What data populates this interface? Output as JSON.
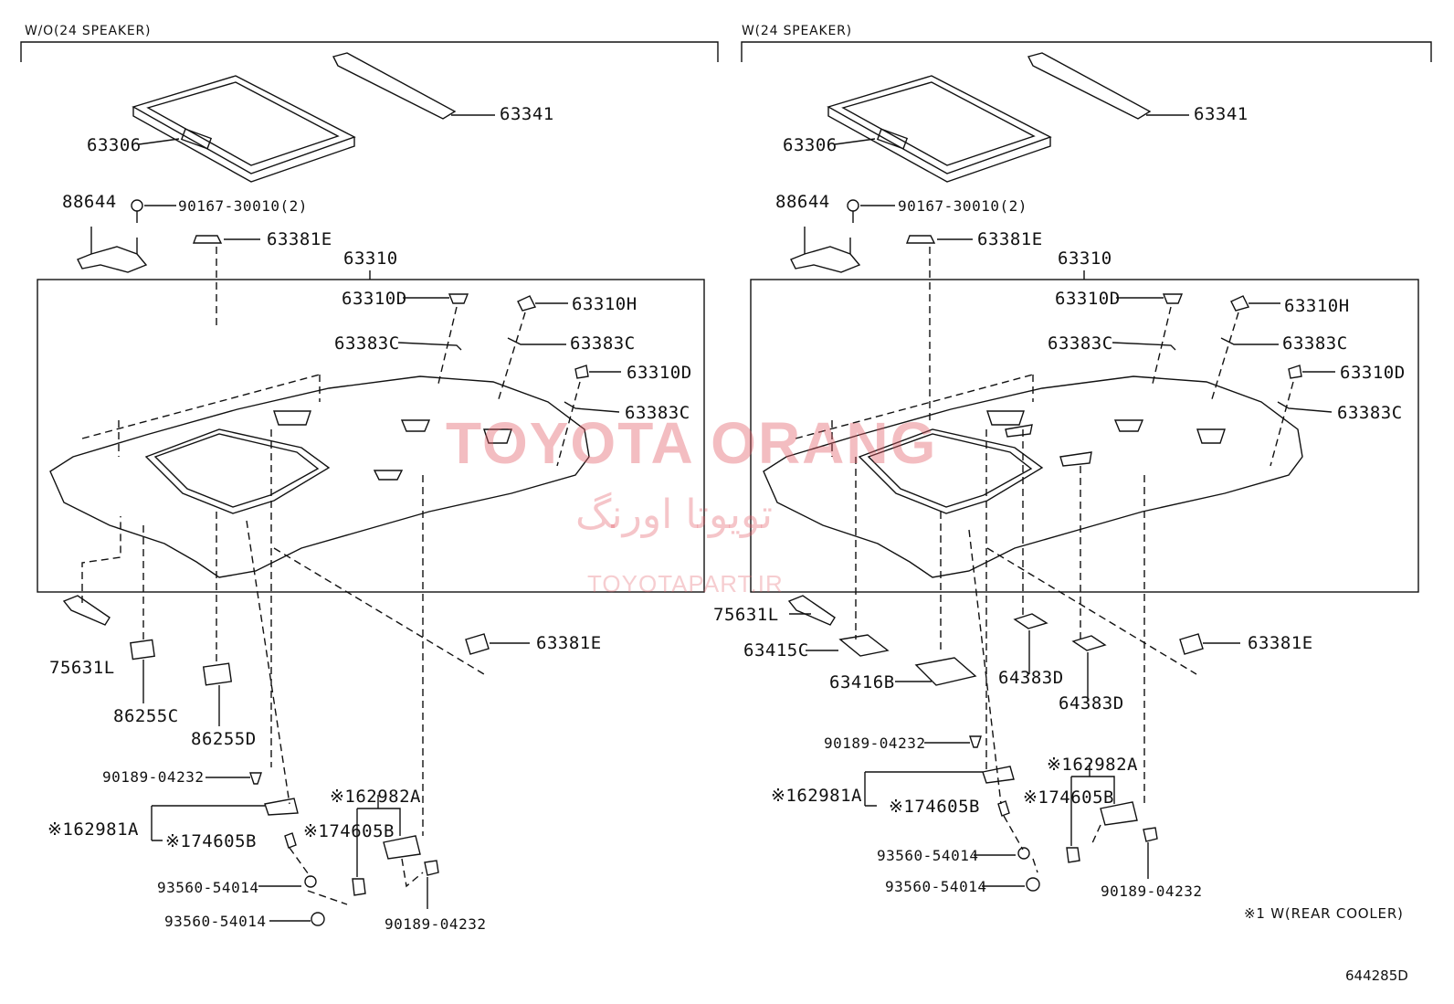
{
  "sections": {
    "left_title": "W/O(24 SPEAKER)",
    "right_title": "W(24 SPEAKER)"
  },
  "watermark": {
    "line1": "TOYOTA ORANG",
    "line2": "تویوتا اورنگ",
    "line3": "TOYOTAPART.IR"
  },
  "left_labels": {
    "p63341": "63341",
    "p63306": "63306",
    "p88644": "88644",
    "p90167": "90167-30010(2)",
    "p63381e_top": "63381E",
    "p63310": "63310",
    "p63310d_a": "63310D",
    "p63310h": "63310H",
    "p63383c_a": "63383C",
    "p63383c_b": "63383C",
    "p63310d_b": "63310D",
    "p63383c_c": "63383C",
    "p75631l": "75631L",
    "p86255c": "86255C",
    "p86255d": "86255D",
    "p63381e_bot": "63381E",
    "p90189_a": "90189-04232",
    "p62982a": "※162982A",
    "p62981a": "※162981A",
    "p74605b_a": "※174605B",
    "p74605b_b": "※174605B",
    "p93560_a": "93560-54014",
    "p93560_b": "93560-54014",
    "p90189_b": "90189-04232"
  },
  "right_labels": {
    "p63341": "63341",
    "p63306": "63306",
    "p88644": "88644",
    "p90167": "90167-30010(2)",
    "p63381e_top": "63381E",
    "p63310": "63310",
    "p63310d_a": "63310D",
    "p63310h": "63310H",
    "p63383c_a": "63383C",
    "p63383c_b": "63383C",
    "p63310d_b": "63310D",
    "p63383c_c": "63383C",
    "p75631l": "75631L",
    "p63415c": "63415C",
    "p63416b": "63416B",
    "p64383d_a": "64383D",
    "p64383d_b": "64383D",
    "p63381e_bot": "63381E",
    "p90189_a": "90189-04232",
    "p62982a": "※162982A",
    "p62981a": "※162981A",
    "p74605b_a": "※174605B",
    "p74605b_b": "※174605B",
    "p93560_a": "93560-54014",
    "p93560_b": "93560-54014",
    "p90189_b": "90189-04232"
  },
  "footnote": "※1 W(REAR COOLER)",
  "figure_number": "644285D"
}
